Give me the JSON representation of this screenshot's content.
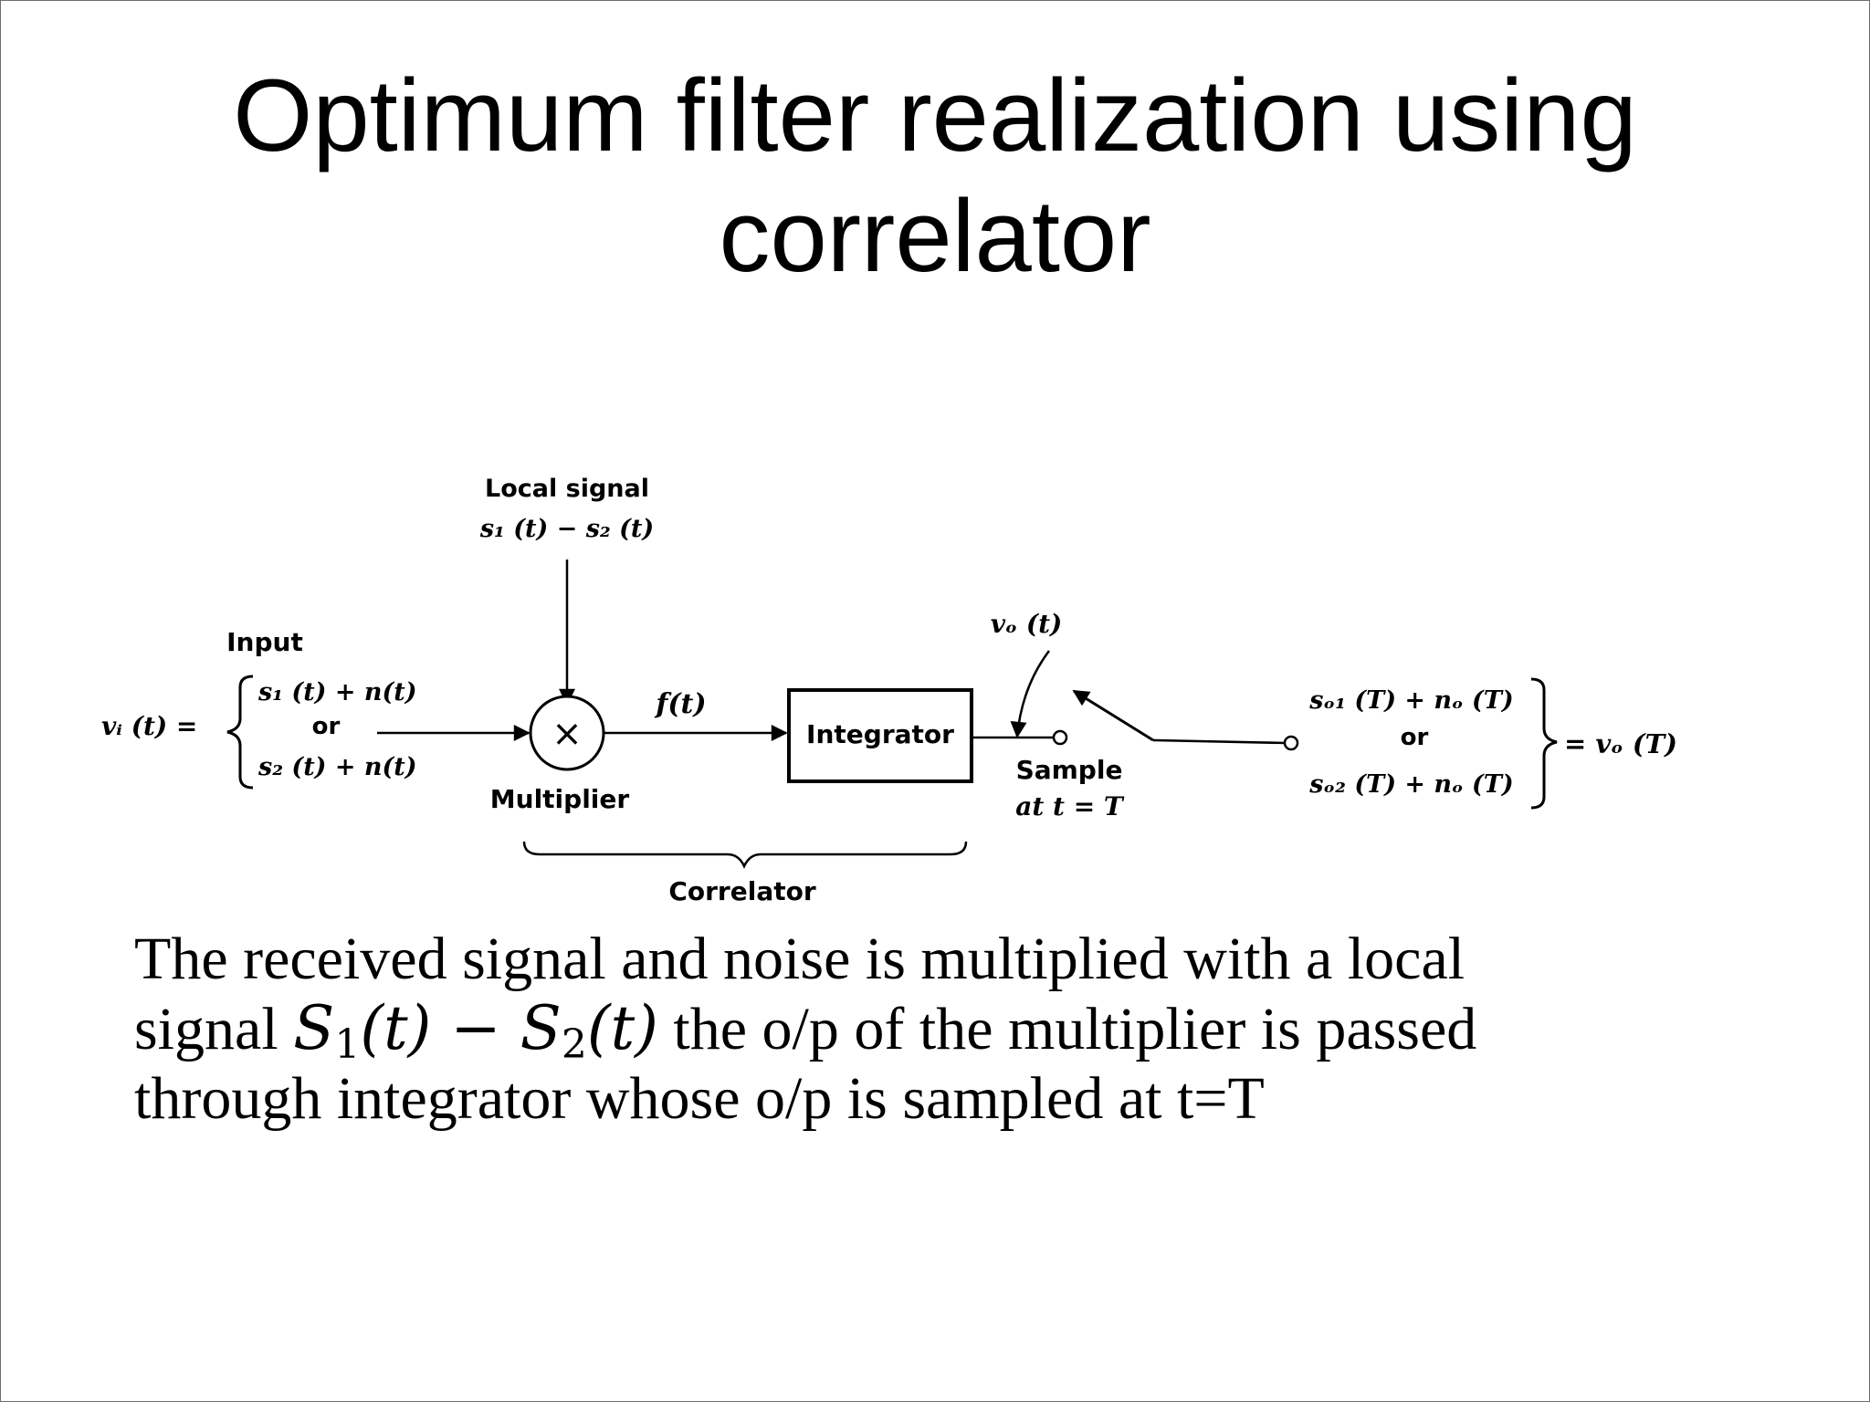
{
  "slide": {
    "title_line1": "Optimum filter realization using",
    "title_line2": "correlator",
    "body": {
      "line1": "The received signal and noise is multiplied with a local",
      "line2_pre": "signal ",
      "line2_s1": "S",
      "line2_s1_sub": "1",
      "line2_s1_arg": "(t)",
      "line2_minus": " − ",
      "line2_s2": "S",
      "line2_s2_sub": "2",
      "line2_s2_arg": "(t)",
      "line2_post": " the o/p of the multiplier is passed",
      "line3": "through integrator whose o/p is sampled at t=T"
    }
  },
  "diagram": {
    "local_signal_label": "Local  signal",
    "local_signal_expr": "s₁ (t) − s₂ (t)",
    "input_label": "Input",
    "vi_label": "vᵢ (t)  =",
    "input_case1": "s₁ (t) + n(t)",
    "input_or": "or",
    "input_case2": "s₂ (t) + n(t)",
    "multiplier_symbol": "×",
    "multiplier_label": "Multiplier",
    "ft_label": "f(t)",
    "integrator_label": "Integrator",
    "vo_t_label": "vₒ (t)",
    "sample_label_line1": "Sample",
    "sample_label_line2": "at  t = T",
    "output_case1": "sₒ₁ (T) + nₒ (T)",
    "output_or": "or",
    "output_case2": "sₒ₂ (T) + nₒ (T)",
    "vo_T_label": "=  vₒ (T)",
    "correlator_label": "Correlator"
  }
}
